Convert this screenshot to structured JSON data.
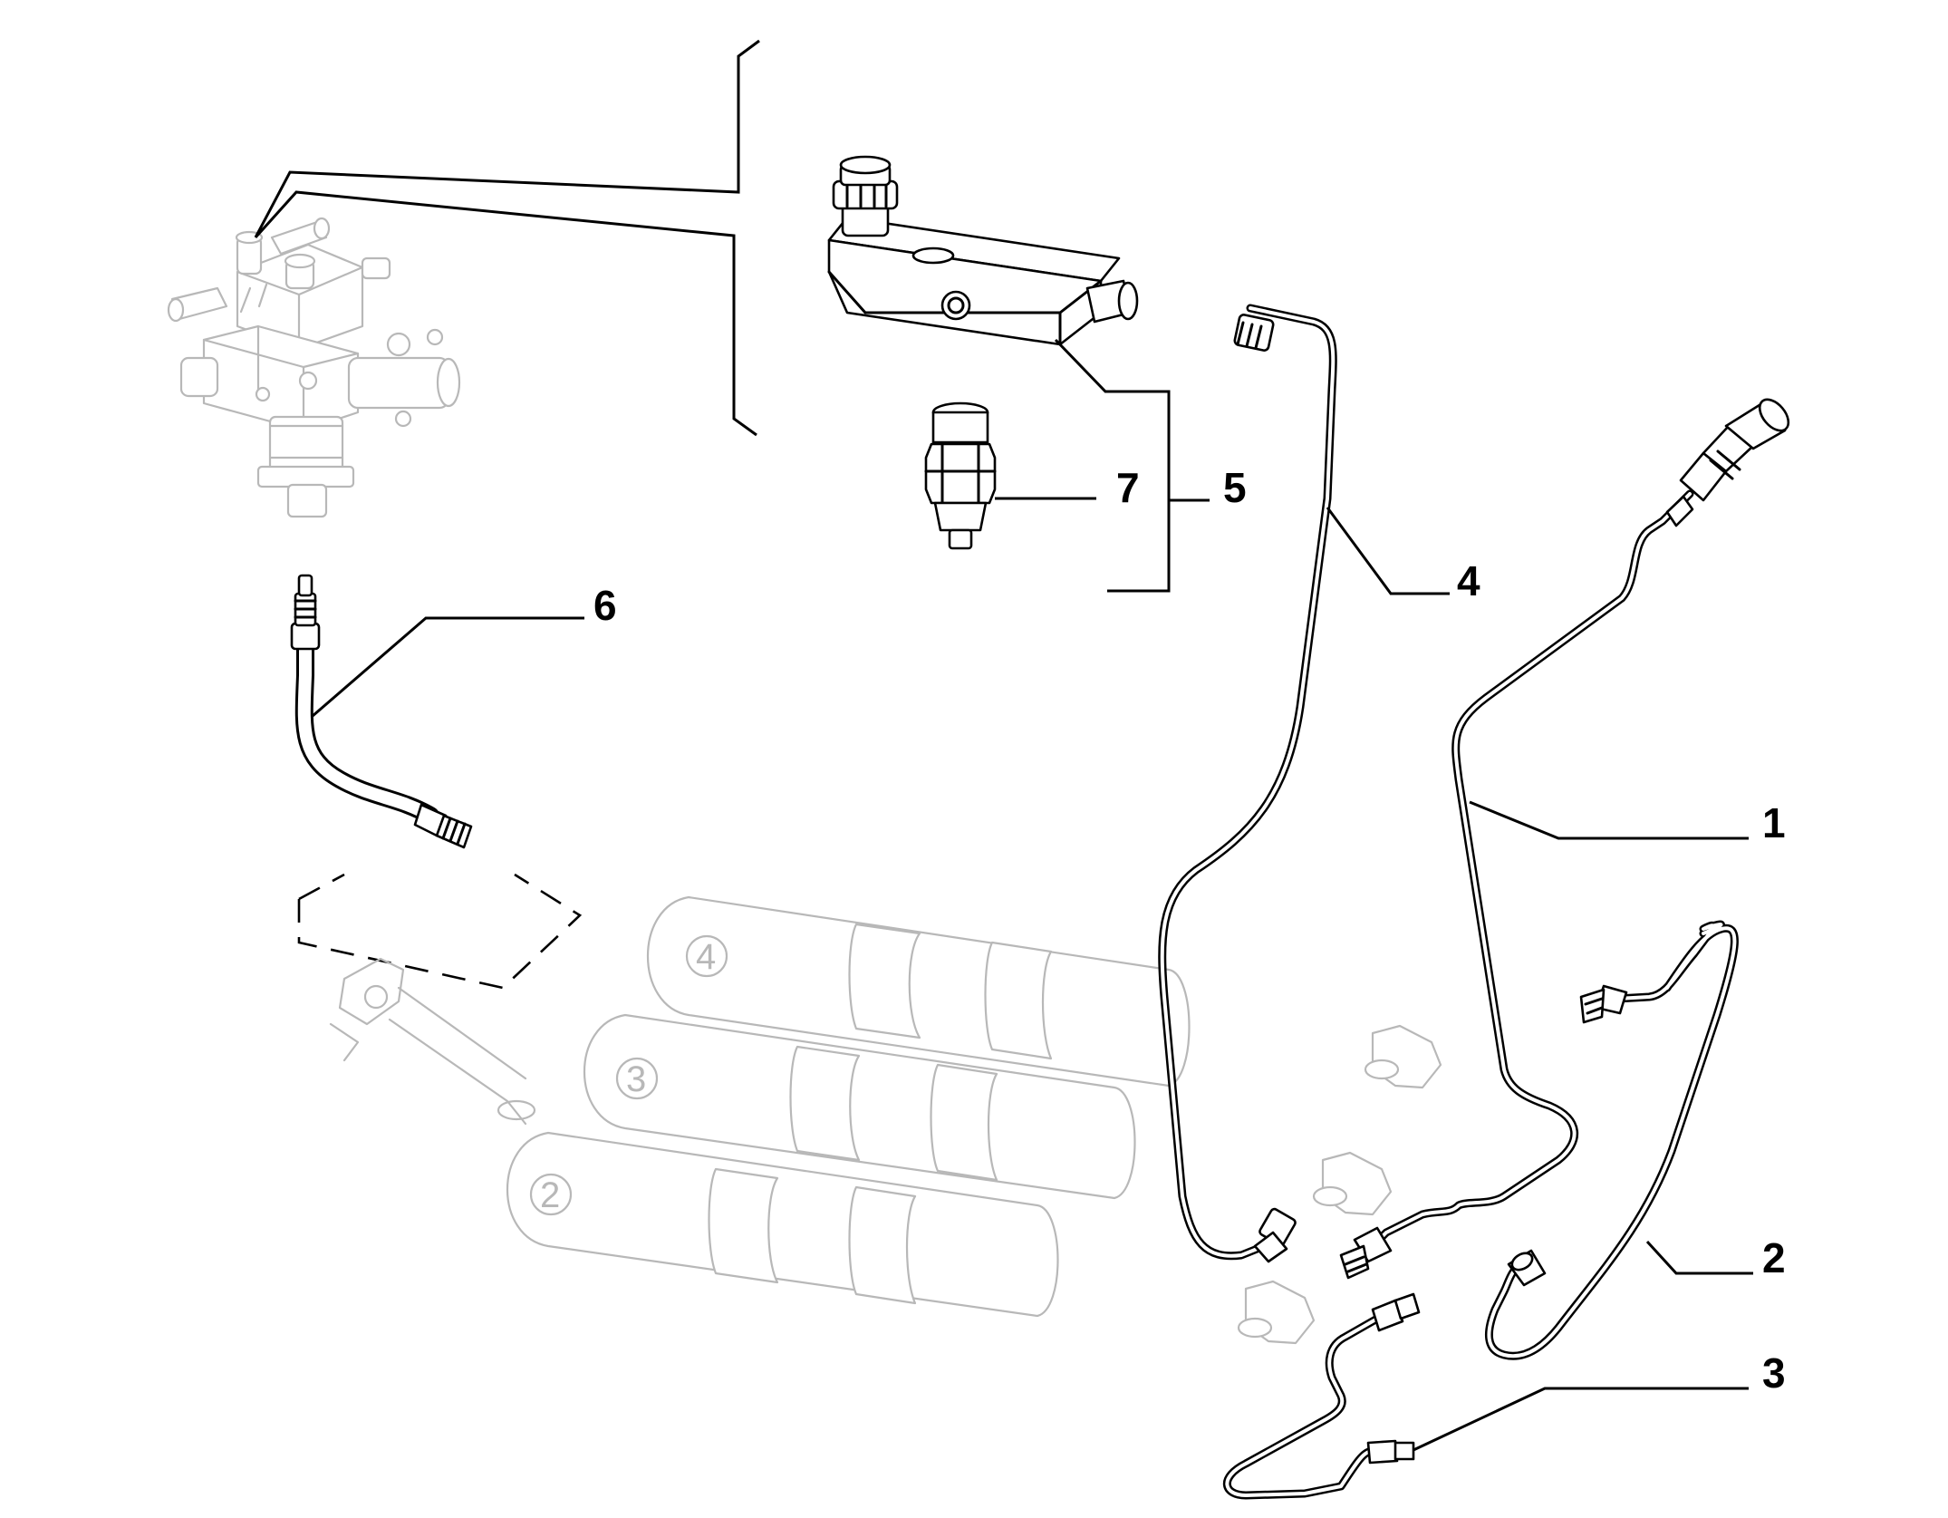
{
  "callouts": {
    "part_1": "1",
    "part_2": "2",
    "part_3": "3",
    "part_4": "4",
    "part_5": "5",
    "part_6": "6",
    "part_7": "7"
  },
  "cylinders": {
    "cylinder_2": "2",
    "cylinder_3": "3",
    "cylinder_4": "4"
  }
}
